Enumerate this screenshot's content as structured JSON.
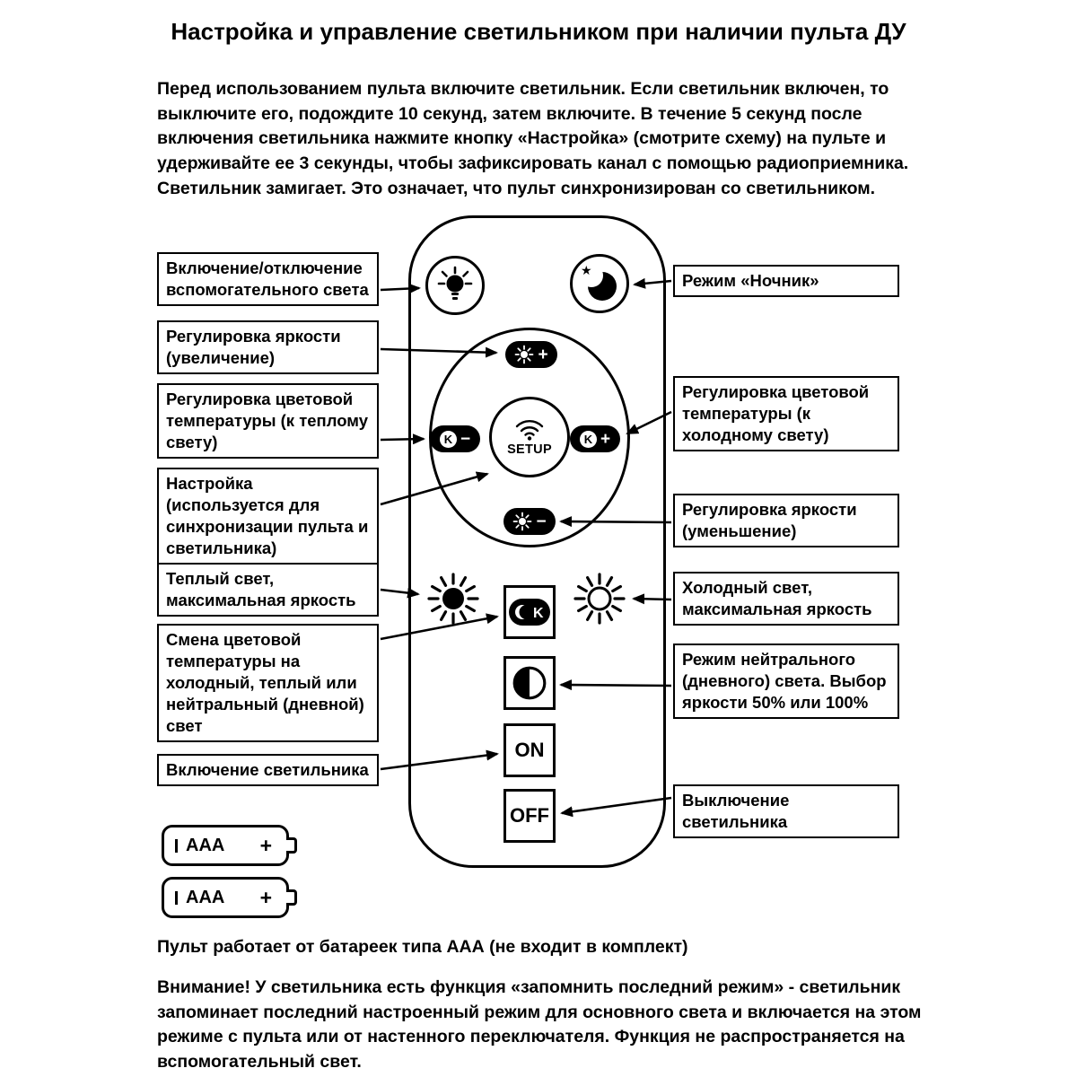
{
  "page": {
    "title": "Настройка и управление светильником при наличии пульта ДУ",
    "intro": "Перед использованием пульта включите светильник. Если светильник включен, то выключите его, подождите 10 секунд, затем включите. В течение 5 секунд после включения светильника нажмите кнопку «Настройка» (смотрите схему) на пульте и удерживайте ее 3 секунды, чтобы зафиксировать канал с помощью радиоприемника. Светильник замигает. Это означает, что пульт синхронизирован со светильником.",
    "battery_note": "Пульт работает от батареек типа ААА (не входит в комплект)",
    "warning": "Внимание! У светильника есть функция «запомнить последний режим» - светильник запоминает последний настроенный режим для основного света и включается на этом режиме с пульта или от настенного переключателя. Функция не распространяется на вспомогательный свет."
  },
  "remote": {
    "setup_label": "SETUP",
    "on_label": "ON",
    "off_label": "OFF",
    "k_letter": "K",
    "plus_sign": "+",
    "minus_sign": "−"
  },
  "batteries": {
    "cells": [
      {
        "type": "AAA",
        "plus": "+"
      },
      {
        "type": "AAA",
        "plus": "+"
      }
    ]
  },
  "callouts": {
    "left": [
      "Включение/отключение вспомогательного света",
      "Регулировка яркости (увеличение)",
      "Регулировка цветовой температуры (к теплому свету)",
      "Настройка (используется для синхронизации пульта и светильника)",
      "Теплый свет, максимальная яркость",
      "Смена цветовой температуры на холодный, теплый или нейтральный (дневной) свет",
      "Включение светильника"
    ],
    "right": [
      "Режим «Ночник»",
      "Регулировка цветовой температуры (к холодному свету)",
      "Регулировка яркости (уменьшение)",
      "Холодный свет, максимальная яркость",
      "Режим нейтрального (дневного) света. Выбор яркости 50% или 100%",
      "Выключение светильника"
    ]
  },
  "colors": {
    "ink": "#000000",
    "background": "#ffffff"
  }
}
